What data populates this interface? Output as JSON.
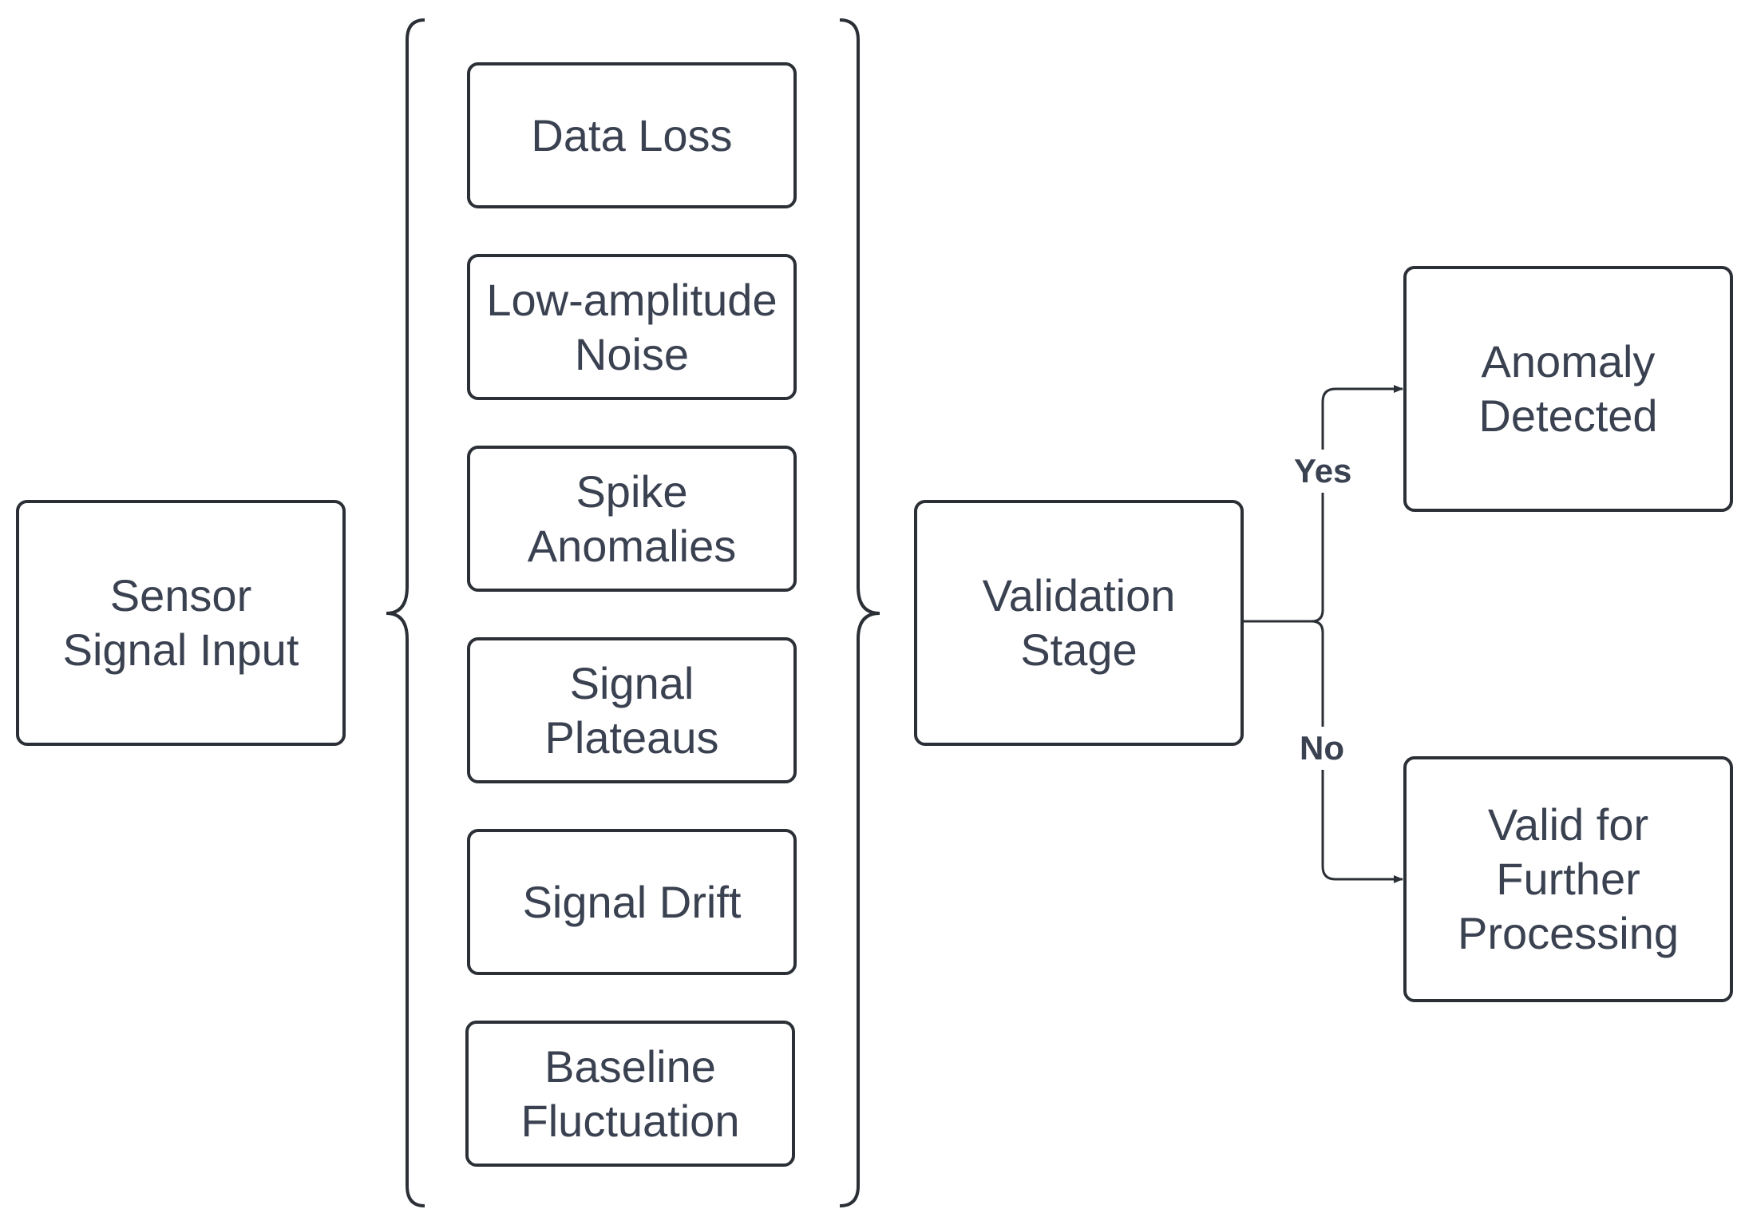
{
  "nodes": {
    "sensor_input": "Sensor\nSignal Input",
    "anomaly_types": [
      "Data Loss",
      "Low-amplitude\nNoise",
      "Spike\nAnomalies",
      "Signal\nPlateaus",
      "Signal Drift",
      "Baseline\nFluctuation"
    ],
    "validation": "Validation\nStage",
    "anomaly_detected": "Anomaly\nDetected",
    "valid_further": "Valid for\nFurther\nProcessing"
  },
  "edges": {
    "yes_label": "Yes",
    "no_label": "No"
  },
  "colors": {
    "stroke": "#2b2f36",
    "text": "#3a4150"
  }
}
